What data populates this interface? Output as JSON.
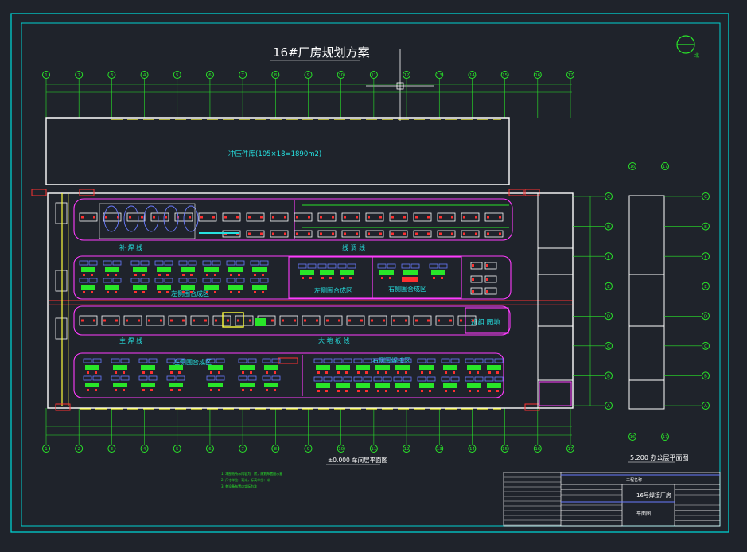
{
  "title": "16#厂房规划方案",
  "grid_columns": [
    "1",
    "2",
    "3",
    "4",
    "5",
    "6",
    "7",
    "8",
    "9",
    "10",
    "11",
    "12",
    "13",
    "14",
    "15",
    "16",
    "17"
  ],
  "grid_rows": [
    "C",
    "B",
    "F",
    "E",
    "D",
    "C",
    "B",
    "A"
  ],
  "side_grid_columns": [
    "16",
    "17"
  ],
  "zones": {
    "stamping": "冲压件库(105×18=1890m2)",
    "patch_weld": "补  焊  线",
    "adjust_line": "线  调  线",
    "left_side_area": "左侧围合成区",
    "right_side_area": "右侧围合成区",
    "left_side_mid": "左侧围合成区",
    "main_weld": "主  焊  线",
    "big_floor_line": "大  地  板  线",
    "team_area": "班组 园地",
    "left_side_bottom": "左侧围合成区",
    "right_side_bottom": "右侧围焊接区"
  },
  "plan_label": "±0.000 车间层平面图",
  "side_plan_label": "5.200 办公层平面图",
  "notes": [
    "1. 本图纸所示内容为厂房，规划布置图示意",
    "2. 尺寸单位：毫米，标高单位：米",
    "3. 各设备布置以实际为准"
  ],
  "title_block": {
    "project": "16号焊接厂房",
    "drawing": "平面图",
    "company": "工程名称"
  },
  "colors": {
    "bg": "#1f232b",
    "frame": "#00d0d0",
    "wall": "#ffffff",
    "magenta": "#ff3cff",
    "cyan": "#26e0e0",
    "green": "#29e629",
    "red": "#ff3030",
    "yellow": "#ffff3c",
    "blue": "#6a7bff",
    "grid_dim": "#7a7a7a"
  }
}
